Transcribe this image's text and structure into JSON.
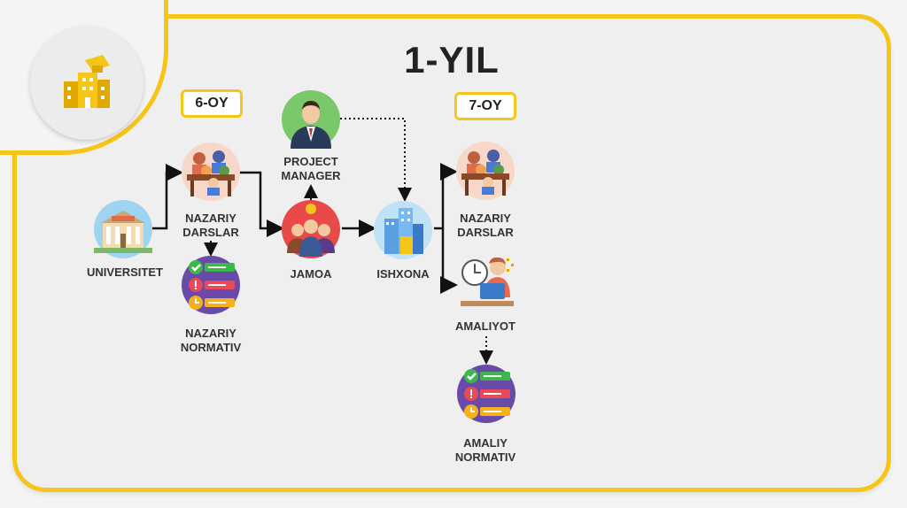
{
  "title": "1-YIL",
  "badges": {
    "left": "6-OY",
    "right": "7-OY"
  },
  "nodes": {
    "universitet": "UNIVERSITET",
    "nazariy_darslar_1": [
      "NAZARIY",
      "DARSLAR"
    ],
    "nazariy_normativ": [
      "NAZARIY",
      "NORMATIV"
    ],
    "project_manager": [
      "PROJECT",
      "MANAGER"
    ],
    "jamoa": "JAMOA",
    "ishxona": "ISHXONA",
    "nazariy_darslar_2": [
      "NAZARIY",
      "DARSLAR"
    ],
    "amaliyot": "AMALIYOT",
    "amaliy_normativ": [
      "AMALIY",
      "NORMATIV"
    ]
  },
  "colors": {
    "accent": "#f5c518",
    "text": "#333333",
    "background": "#efefef"
  },
  "icons": {
    "logo": "buildings-graduation-cap-icon",
    "universitet": "university-building-icon",
    "darslar": "classroom-students-icon",
    "normativ": "checklist-icon",
    "manager": "businessman-icon",
    "jamoa": "team-icon",
    "ishxona": "office-buildings-icon",
    "amaliyot": "person-at-computer-icon"
  }
}
